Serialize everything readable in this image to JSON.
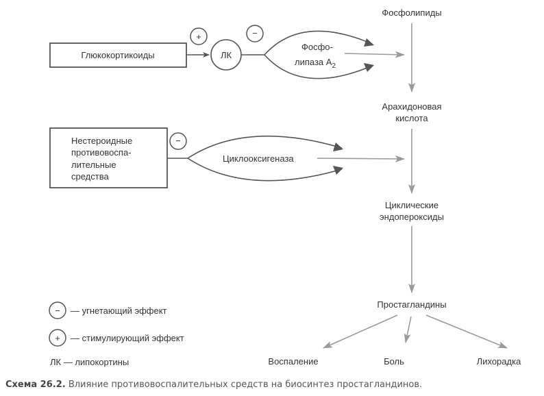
{
  "nodes": {
    "phospholipids": "Фосфолипиды",
    "arachidonic_line1": "Арахидоновая",
    "arachidonic_line2": "кислота",
    "endoperoxides_line1": "Циклические",
    "endoperoxides_line2": "эндопероксиды",
    "prostaglandins": "Простагландины",
    "inflammation": "Воспаление",
    "pain": "Боль",
    "fever": "Лихорадка"
  },
  "boxes": {
    "glucocorticoids": "Глюкокортикоиды",
    "nsaid_line1": "Нестероидные",
    "nsaid_line2": "противовоспа-",
    "nsaid_line3": "лительные",
    "nsaid_line4": "средства"
  },
  "enzymes": {
    "lk": "ЛК",
    "phospholipase_line1": "Фосфо-",
    "phospholipase_line2": "липаза А",
    "phospholipase_sub": "2",
    "cyclooxygenase": "Циклооксигеназа"
  },
  "signs": {
    "plus": "+",
    "minus": "−"
  },
  "legend": {
    "inhibit_symbol": "−",
    "inhibit": "— угнетающий эффект",
    "stimulate_symbol": "+",
    "stimulate": "— стимулирующий эффект",
    "lk_def": "ЛК — липокортины"
  },
  "caption": {
    "label": "Схема 26.2.",
    "text": " Влияние противовоспалительных средств на биосинтез простагландинов."
  },
  "colors": {
    "line_dark": "#555555",
    "line_light": "#9a9a9a",
    "text": "#333333",
    "caption": "#555555"
  }
}
